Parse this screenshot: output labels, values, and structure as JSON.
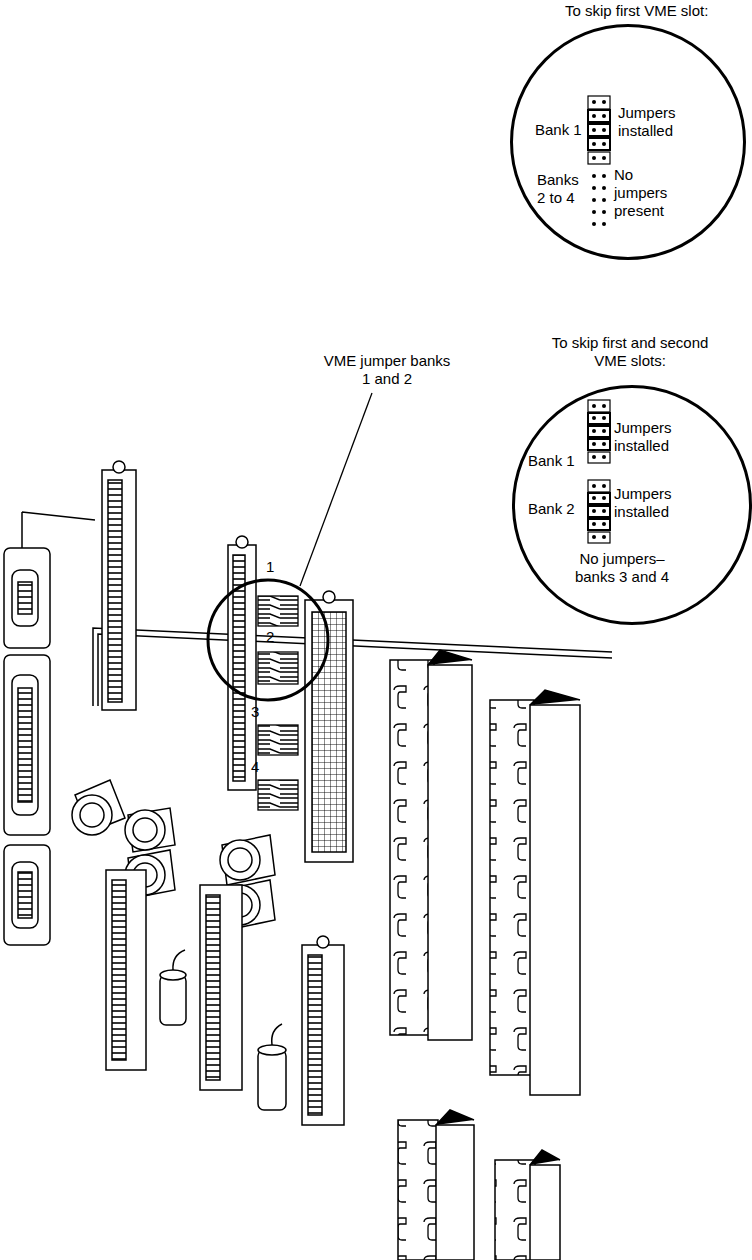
{
  "diagram": {
    "nodes": [
      {
        "text": [
          "To skip first VME slot:",
          "Bank 1",
          "Jumpers installed",
          "Banks 2 to 4",
          "No jumpers present"
        ]
      },
      {
        "text": [
          "To skip first and second VME slots:",
          "Bank 1",
          "Jumpers installed",
          "Bank 2",
          "Jumpers installed",
          "No jumpers– banks 3 and 4"
        ]
      }
    ],
    "labels": [
      "VME jumper banks 1 and 2",
      "1",
      "2",
      "3",
      "4"
    ]
  }
}
